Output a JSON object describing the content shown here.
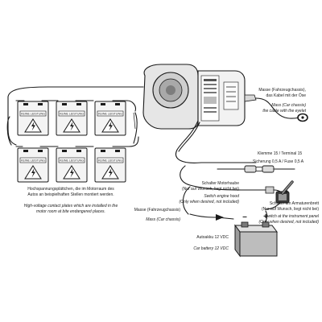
{
  "plate_label": "KEINE LEISTUNG",
  "plates_caption": {
    "de": [
      "Hochspannungsplättchen, die im Motorraum des",
      "Autos an beispielhaften Stellen montiert werden."
    ],
    "en": [
      "High-voltage contact plates which are installed in the",
      "motor room at bite endangered places."
    ]
  },
  "ground_cable": {
    "de": [
      "Masse (Fahrzeugchassis),",
      "das Kabel mit der Öse"
    ],
    "en": [
      "Mass (Car chassis)",
      "the cable with the eyelet"
    ]
  },
  "terminal": {
    "label": "Klemme 15  / Terminal 15"
  },
  "fuse": {
    "label": "Sicherung 0,5 A  / Fuse 0,5 A"
  },
  "hood_switch": {
    "de": [
      "Schalter Motorhaube",
      "(Nur auf Wunsch, liegt nicht bei)"
    ],
    "en": [
      "Switch engine hood",
      "(Only when desired, not included)"
    ]
  },
  "panel_switch": {
    "de": [
      "Schalter am Armaturenbrett",
      "(Nur auf Wunsch, liegt nicht bei)"
    ],
    "en": [
      "Switch at the instrument panel",
      "(Only when desired, not included)"
    ]
  },
  "chassis": {
    "de": "Masse (Fahrzeugchassis)",
    "en": "Mass (Car chassis)"
  },
  "battery": {
    "de": "Autoakku 12 VDC",
    "en": "Car battery 12 VDC",
    "minus": "–",
    "plus": "+"
  }
}
